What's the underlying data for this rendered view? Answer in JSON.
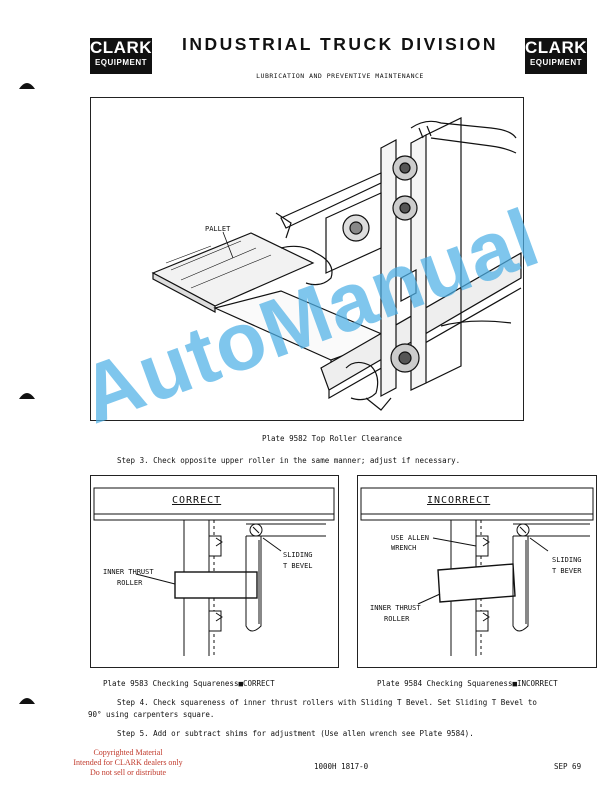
{
  "header": {
    "title": "INDUSTRIAL TRUCK DIVISION",
    "subtitle": "LUBRICATION AND PREVENTIVE MAINTENANCE",
    "logo_line1": "CLARK",
    "logo_line2": "EQUIPMENT"
  },
  "plate1": {
    "label_pallet": "PALLET",
    "caption": "Plate 9582 Top Roller Clearance"
  },
  "step3": "Step 3. Check opposite upper roller in the same manner; adjust if necessary.",
  "correct_diagram": {
    "heading": "CORRECT",
    "label_inner_1": "INNER THRUST",
    "label_inner_2": "ROLLER",
    "label_sliding_1": "SLIDING",
    "label_sliding_2": "T BEVEL",
    "caption": "Plate 9583 Checking Squareness■CORRECT"
  },
  "incorrect_diagram": {
    "heading": "INCORRECT",
    "label_allen_1": "USE ALLEN",
    "label_allen_2": "WRENCH",
    "label_inner_1": "INNER THRUST",
    "label_inner_2": "ROLLER",
    "label_sliding_1": "SLIDING",
    "label_sliding_2": "T BEVER",
    "caption": "Plate 9584 Checking Squareness■INCORRECT"
  },
  "step4_line1": "Step 4. Check squareness of inner thrust rollers with Sliding T Bevel.  Set Sliding T Bevel to",
  "step4_line2": "90° using carpenters square.",
  "step5": "Step 5. Add or subtract shims for adjustment (Use allen wrench see Plate 9584).",
  "copyright": {
    "line1": "Copyrighted Material",
    "line2": "Intended for CLARK dealers only",
    "line3": "Do not sell or distribute"
  },
  "footer": {
    "doc_number": "1000H 1817-0",
    "date_page": "SEP 69"
  },
  "watermark": "AutoManual"
}
